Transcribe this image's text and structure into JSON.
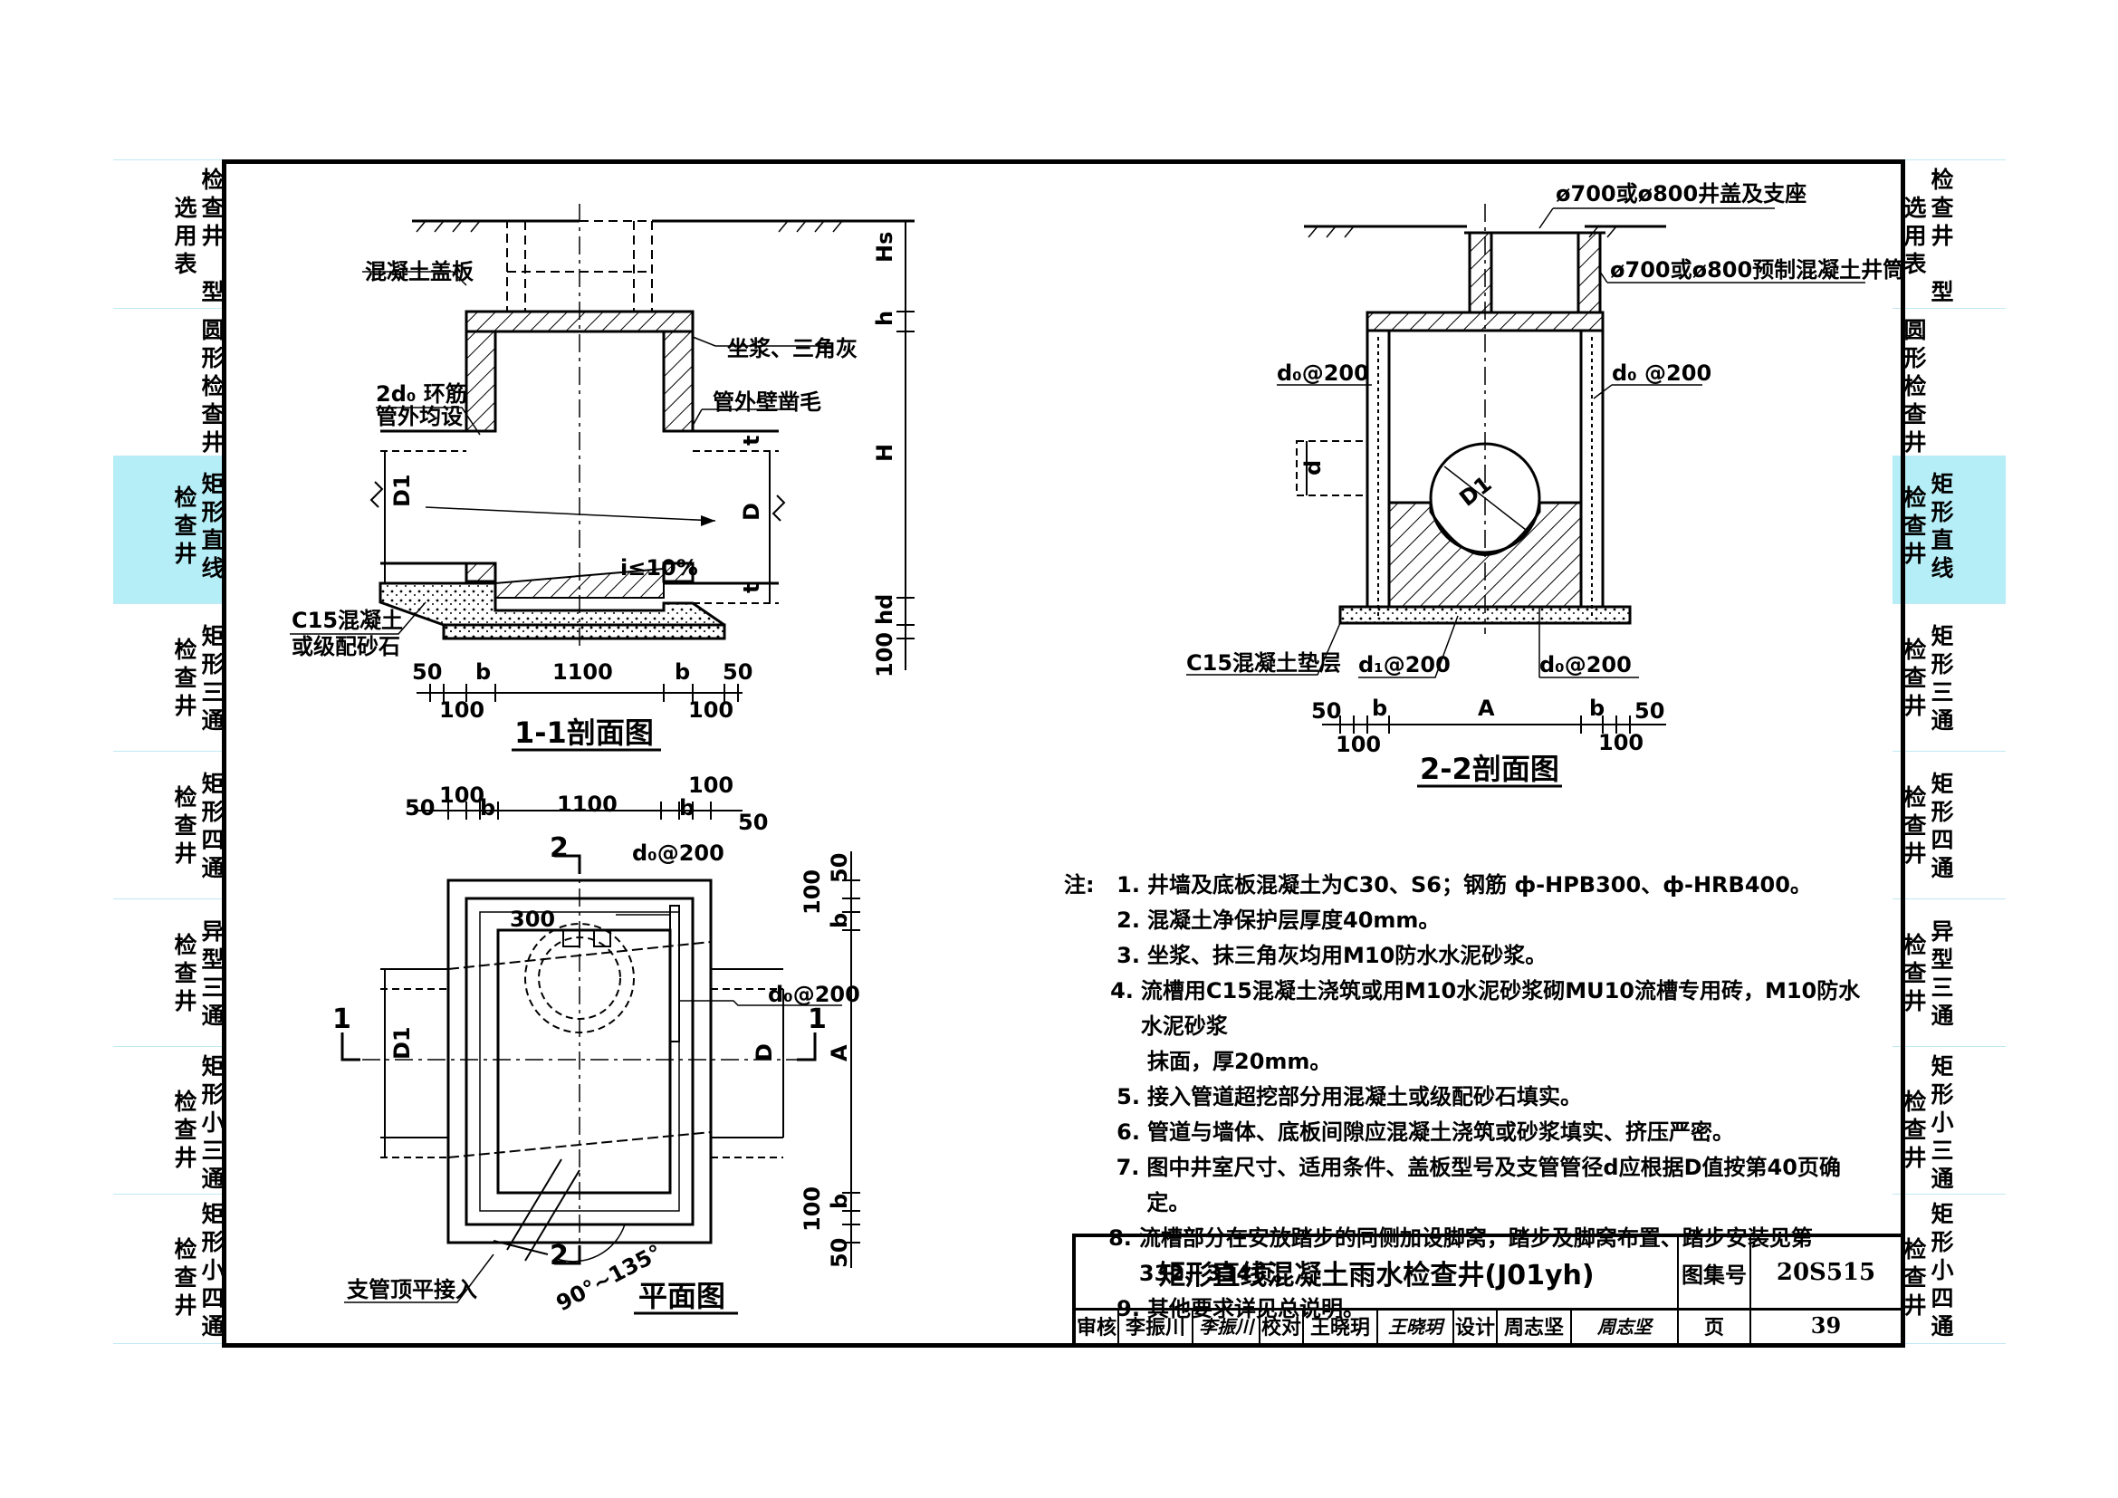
{
  "side_tabs": {
    "left": [
      {
        "a": "检查井",
        "b": "选用表",
        "c": "型"
      },
      {
        "a": "圆形",
        "b": "检查井",
        "c": ""
      },
      {
        "a": "检查井",
        "b": "矩形直线",
        "c": ""
      },
      {
        "a": "检查井",
        "b": "矩形三通",
        "c": ""
      },
      {
        "a": "检查井",
        "b": "矩形四通",
        "c": ""
      },
      {
        "a": "检查井",
        "b": "异型三通",
        "c": ""
      },
      {
        "a": "检查井",
        "b": "矩形小三通",
        "c": ""
      },
      {
        "a": "检查井",
        "b": "矩形小四通",
        "c": ""
      }
    ]
  },
  "section11": {
    "title": "1-1剖面图",
    "labels": {
      "cover": "混凝土盖板",
      "mortar": "坐浆、三角灰",
      "ring": "2d₀ 环筋",
      "ring2": "管外均设",
      "wallRough": "管外壁凿毛",
      "slope": "i≤10%",
      "base1": "C15混凝土",
      "base2": "或级配砂石",
      "Hs": "Hs",
      "h": "h",
      "H": "H",
      "hd": "hd",
      "D1": "D1",
      "D": "D",
      "t1": "t",
      "t2": "t"
    },
    "dims_top": [
      "50",
      "b",
      "1100",
      "b",
      "50"
    ],
    "dims_bottom": [
      "100",
      "100"
    ],
    "dim_right": "100"
  },
  "section22": {
    "title": "2-2剖面图",
    "labels": {
      "cover": "ø700或ø800井盖及支座",
      "shaft": "ø700或ø800预制混凝土井筒",
      "rebarL": "d₀@200",
      "rebarR": "d₀ @200",
      "d": "d",
      "D1": "D1",
      "cushion": "C15混凝土垫层",
      "rebarB1": "d₁@200",
      "rebarB2": "d₀@200"
    },
    "dims_top": [
      "50",
      "b",
      "A",
      "b",
      "50"
    ],
    "dims_bottom": [
      "100",
      "100"
    ]
  },
  "plan": {
    "title": "平面图",
    "dims_top1": [
      "100",
      "100"
    ],
    "dims_top2": [
      "50",
      "b",
      "1100",
      "b",
      "50"
    ],
    "cut2": "2",
    "cut1": "1",
    "rebar": "d₀@200",
    "rebar2": "d₀@200",
    "w300": "300",
    "D1": "D1",
    "D": "D",
    "A": "A",
    "right_dims": [
      "50",
      "100",
      "b",
      "b",
      "100",
      "50"
    ],
    "angle": "90°~135°",
    "branch": "支管顶平接入"
  },
  "notes": {
    "lead": "注:",
    "items": [
      "井墙及底板混凝土为C30、S6；钢筋 ф-HPB300、ф-HRB400。",
      "混凝土净保护层厚度40mm。",
      "坐浆、抹三角灰均用M10防水水泥砂浆。",
      "流槽用C15混凝土浇筑或用M10水泥砂浆砌MU10流槽专用砖，M10防水水泥砂浆",
      "管道超挖部分用混凝土或级配砂石填实。",
      "管道与墙体、底板间隙应混凝土浇筑或砂浆填实、挤压严密。",
      "图中井室尺寸、适用条件、盖板型号及支管管径d应根据D值按第40页确定。",
      "流槽部分在安放踏步的同侧加设脚窝，踏步及脚窝布置、踏步安装见第332、334页。",
      "其他要求详见总说明。"
    ],
    "item4_cont": "抹面，厚20mm。",
    "item5_prefix": "接入"
  },
  "title_block": {
    "title": "矩形直线混凝土雨水检查井(J01yh)",
    "atlas_label": "图集号",
    "atlas_no": "20S515",
    "review_label": "审核",
    "reviewer": "李振川",
    "reviewer_sig": "李振川",
    "check_label": "校对",
    "checker": "王晓玥",
    "checker_sig": "王晓玥",
    "design_label": "设计",
    "designer": "周志坚",
    "designer_sig": "周志坚",
    "page_label": "页",
    "page_no": "39"
  },
  "colors": {
    "active_tab": "#b5eef7",
    "tab_line": "#bfe9f3"
  }
}
